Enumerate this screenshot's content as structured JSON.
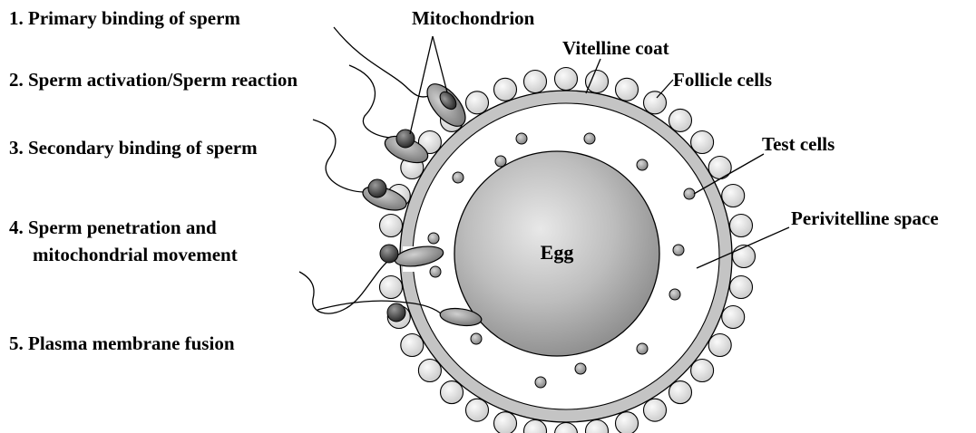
{
  "labels": {
    "step1": "1. Primary binding of sperm",
    "step2": "2. Sperm activation/Sperm reaction",
    "step3": "3. Secondary binding of sperm",
    "step4_line1": "4. Sperm penetration and",
    "step4_line2": "mitochondrial movement",
    "step5": "5. Plasma membrane fusion",
    "mitochondrion": "Mitochondrion",
    "vitelline_coat": "Vitelline coat",
    "follicle_cells": "Follicle cells",
    "test_cells": "Test cells",
    "perivitelline_space": "Perivitelline space",
    "egg": "Egg"
  },
  "colors": {
    "ink": "#000000",
    "egg_fill": "#a9a9a9",
    "coat_fill": "#c4c4c4",
    "space_fill": "#ffffff",
    "follicle_fill": "#e4e4e4",
    "test_cell_fill": "#9a9a9a",
    "sperm_head_fill": "#8a8a8a",
    "mitochondrion_fill": "#3a3a3a"
  },
  "icons": {
    "egg": "egg-cell",
    "follicle": "follicle-cell",
    "test": "test-cell",
    "sperm": "sperm-cell"
  }
}
